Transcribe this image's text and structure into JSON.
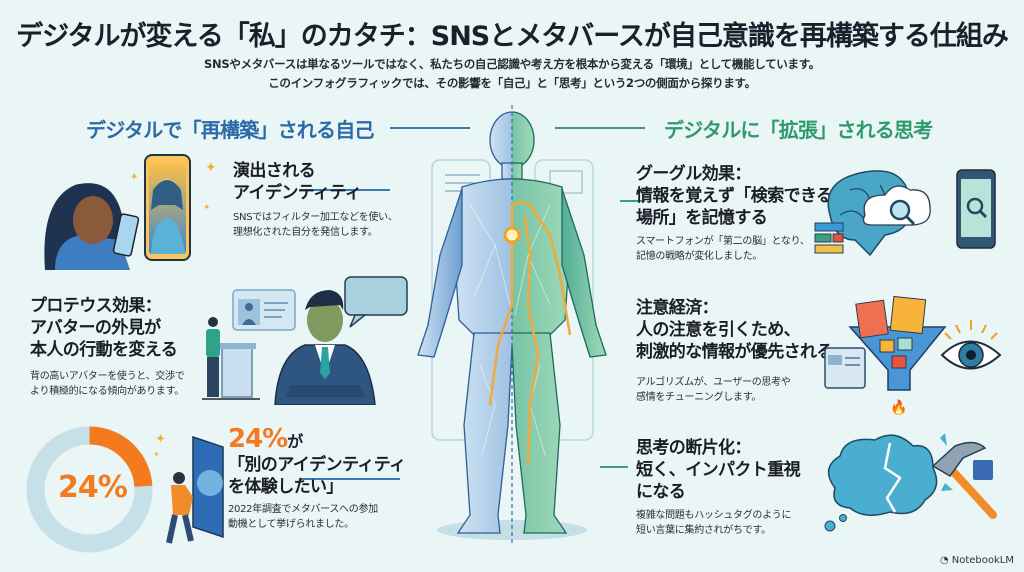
{
  "header": {
    "title": "デジタルが変える「私」のカタチ：SNSとメタバースが自己意識を再構築する仕組み",
    "subtitle_line1": "SNSやメタバースは単なるツールではなく、私たちの自己認識や考え方を根本から変える「環境」として機能しています。",
    "subtitle_line2": "このインフォグラフィックでは、その影響を「自己」と「思考」という2つの側面から探ります。"
  },
  "left_section": {
    "heading": "デジタルで「再構築」される自己",
    "color": "#2a6aa6",
    "cards": [
      {
        "title_line1": "演出される",
        "title_line2": "アイデンティティ",
        "desc_line1": "SNSではフィルター加工などを使い、",
        "desc_line2": "理想化された自分を発信します。",
        "icon": "selfie-phone-icon"
      },
      {
        "title_line1": "プロテウス効果：",
        "title_line2": "アバターの外見が",
        "title_line3": "本人の行動を変える",
        "desc_line1": "背の高いアバターを使うと、交渉で",
        "desc_line2": "より積極的になる傾向があります。",
        "icon": "avatar-businessman-icon"
      },
      {
        "stat": "24%",
        "stat_suffix": "が",
        "title_line1": "「別のアイデンティティ",
        "title_line2": "を体験したい」",
        "desc_line1": "2022年調査でメタバースへの参加",
        "desc_line2": "動機として挙げられました。",
        "icon": "portal-door-icon"
      }
    ],
    "donut": {
      "value": 24,
      "label": "24%",
      "accent": "#f47a1f",
      "track": "#c6e0e8"
    }
  },
  "right_section": {
    "heading": "デジタルに「拡張」される思考",
    "color": "#2e9a6c",
    "cards": [
      {
        "title_line1": "グーグル効果：",
        "title_line2": "情報を覚えず「検索できる",
        "title_line3": "場所」を記憶する",
        "desc_line1": "スマートフォンが「第二の脳」となり、",
        "desc_line2": "記憶の戦略が変化しました。",
        "icon": "brain-search-icon"
      },
      {
        "title_line1": "注意経済：",
        "title_line2": "人の注意を引くため、",
        "title_line3": "刺激的な情報が優先される",
        "desc_line1": "アルゴリズムが、ユーザーの思考や",
        "desc_line2": "感情をチューニングします。",
        "icon": "funnel-eye-icon"
      },
      {
        "title_line1": "思考の断片化：",
        "title_line2": "短く、インパクト重視",
        "title_line3": "になる",
        "desc_line1": "複雑な問題もハッシュタグのように",
        "desc_line2": "短い言葉に集約されがちです。",
        "icon": "broken-cloud-hammer-icon"
      }
    ]
  },
  "footer": {
    "brand": "NotebookLM"
  }
}
